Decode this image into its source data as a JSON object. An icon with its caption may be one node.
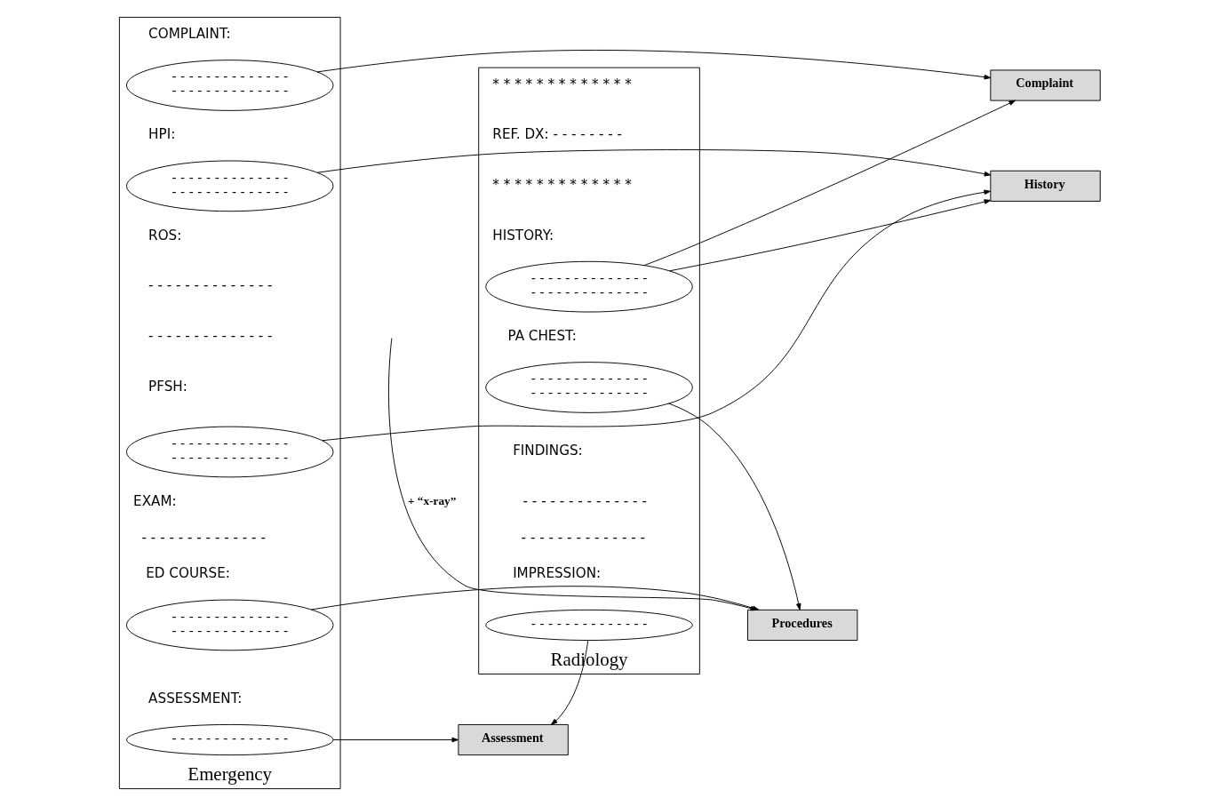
{
  "diagram": {
    "nodes": [
      {
        "text": [
          "Emergency"
        ]
      },
      {
        "text": [
          "- - - - - - - - - - - - - -",
          "- - - - - - - - - - - - - -"
        ],
        "in": 0
      },
      {
        "text": [
          "- - - - - - - - - - - - - -",
          "- - - - - - - - - - - - - -"
        ],
        "in": 0
      },
      {
        "text": [
          "- - - - - - - - - - - - - -",
          "- - - - - - - - - - - - - -"
        ],
        "in": 0
      },
      {
        "text": [
          "- - - - - - - - - - - - - -",
          "- - - - - - - - - - - - - -"
        ],
        "in": 0
      },
      {
        "text": [
          "- - - - - - - - - - - - - -"
        ],
        "in": 0
      },
      {
        "text": [
          "Complaint"
        ]
      },
      {
        "text": [
          "History"
        ]
      },
      {
        "text": [
          "Procedures"
        ]
      },
      {
        "text": [
          "Assessment"
        ]
      },
      {
        "text": [
          "Radiology"
        ]
      },
      {
        "text": [
          "- - - - - - - - - - - - - -",
          "- - - - - - - - - - - - - -"
        ],
        "in": 10
      },
      {
        "text": [
          "- - - - - - - - - - - - - -",
          "- - - - - - - - - - - - - -"
        ],
        "in": 10
      },
      {
        "text": [
          "- - - - - - - - - - - - - -"
        ],
        "in": 10
      }
    ],
    "edges": [
      {
        "from": 1,
        "to": 6,
        "arrow": "to"
      },
      {
        "from": 2,
        "to": 7,
        "arrow": "to"
      },
      {
        "from": 3,
        "to": 7,
        "arrow": "to"
      },
      {
        "from": 4,
        "to": 8,
        "arrow": "to"
      },
      {
        "from": 5,
        "to": 9,
        "arrow": "to"
      },
      {
        "from": 11,
        "to": 6,
        "arrow": "to"
      },
      {
        "from": 11,
        "to": 7,
        "arrow": "to"
      },
      {
        "from": null,
        "to": 8,
        "arrow": "to",
        "label": "+ “x-ray”"
      },
      {
        "from": 12,
        "to": 8,
        "arrow": "to"
      },
      {
        "from": 13,
        "to": 9,
        "arrow": "to"
      }
    ],
    "labels": [
      "COMPLAINT:",
      "HPI:",
      "ROS:",
      "- - - - - - - - - - - - - -",
      "- - - - - - - - - - - - - -",
      "PFSH:",
      "EXAM:",
      "- - - - - - - - - - - - - -",
      "ED COURSE:",
      "ASSESSMENT:",
      "* * * * * * * * * * * * *",
      "REF. DX: - - - - - - - -",
      "* * * * * * * * * * * * *",
      "HISTORY:",
      "PA CHEST:",
      "FINDINGS:",
      "- - - - - - - - - - - - - -",
      "- - - - - - - - - - - - - -",
      "IMPRESSION:"
    ]
  }
}
